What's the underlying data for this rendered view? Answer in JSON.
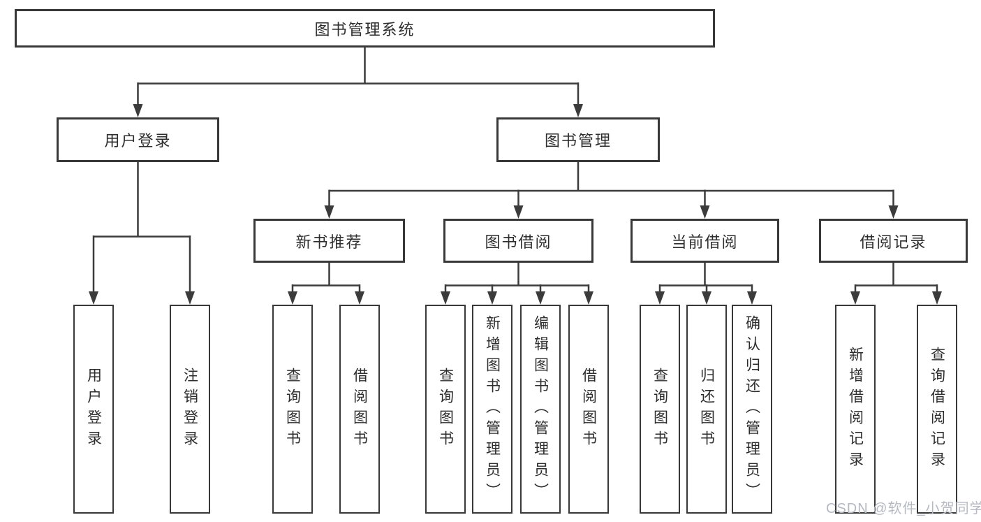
{
  "diagram": {
    "root": {
      "label": "图书管理系统"
    },
    "branches": [
      {
        "label": "用户登录",
        "children": [
          {
            "label": "用户登录"
          },
          {
            "label": "注销登录"
          }
        ]
      },
      {
        "label": "图书管理",
        "groups": [
          {
            "label": "新书推荐",
            "children": [
              {
                "label": "查询图书"
              },
              {
                "label": "借阅图书"
              }
            ]
          },
          {
            "label": "图书借阅",
            "children": [
              {
                "label": "查询图书"
              },
              {
                "label": "新增图书（管理员）"
              },
              {
                "label": "编辑图书（管理员）"
              },
              {
                "label": "借阅图书"
              }
            ]
          },
          {
            "label": "当前借阅",
            "children": [
              {
                "label": "查询图书"
              },
              {
                "label": "归还图书"
              },
              {
                "label": "确认归还（管理员）"
              }
            ]
          },
          {
            "label": "借阅记录",
            "children": [
              {
                "label": "新增借阅记录"
              },
              {
                "label": "查询借阅记录"
              }
            ]
          }
        ]
      }
    ]
  },
  "watermark": {
    "text": "CSDN @软件_小贺同学"
  },
  "colors": {
    "line": "#3b3b3b",
    "box_border": "#383838",
    "text": "#2d2d2d",
    "watermark": "#b5b9c2",
    "background": "#ffffff"
  }
}
